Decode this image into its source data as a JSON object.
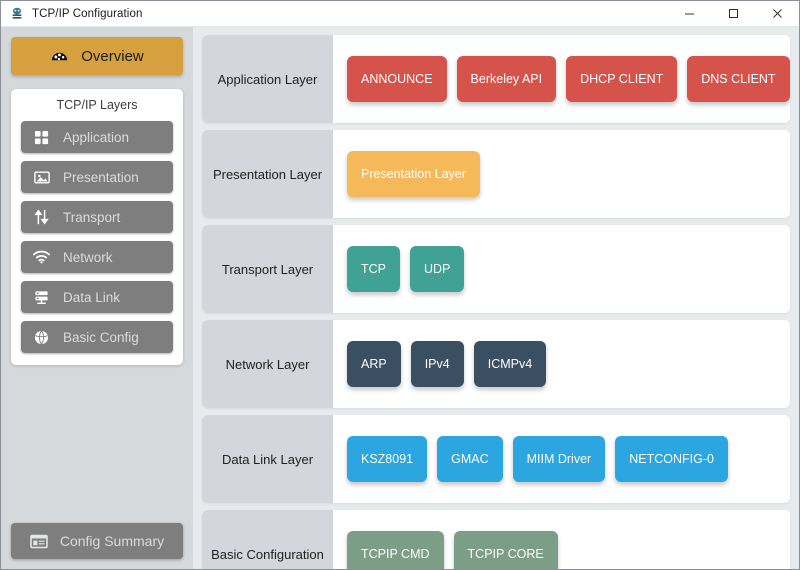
{
  "window": {
    "title": "TCP/IP Configuration",
    "app_icon": "network-node-icon",
    "controls": {
      "minimize": "minimize-icon",
      "maximize": "maximize-icon",
      "close": "close-icon"
    }
  },
  "sidebar": {
    "overview": {
      "label": "Overview",
      "icon": "gauge-icon",
      "color": "#d6a03e"
    },
    "layers_card": {
      "title": "TCP/IP Layers",
      "items": [
        {
          "label": "Application",
          "icon": "grid-icon"
        },
        {
          "label": "Presentation",
          "icon": "image-icon"
        },
        {
          "label": "Transport",
          "icon": "arrows-up-down-icon"
        },
        {
          "label": "Network",
          "icon": "wifi-icon"
        },
        {
          "label": "Data Link",
          "icon": "server-icon"
        },
        {
          "label": "Basic Config",
          "icon": "globe-icon"
        }
      ]
    },
    "summary": {
      "label": "Config Summary",
      "icon": "window-list-icon"
    }
  },
  "content": {
    "rows": [
      {
        "label": "Application Layer",
        "chip_color": "#d5534a",
        "chips": [
          "ANNOUNCE",
          "Berkeley API",
          "DHCP CLIENT",
          "DNS CLIENT"
        ]
      },
      {
        "label": "Presentation Layer",
        "chip_color": "#f5b95a",
        "chips": [
          "Presentation Layer"
        ]
      },
      {
        "label": "Transport Layer",
        "chip_color": "#40a294",
        "chips": [
          "TCP",
          "UDP"
        ]
      },
      {
        "label": "Network Layer",
        "chip_color": "#3b4f63",
        "chips": [
          "ARP",
          "IPv4",
          "ICMPv4"
        ]
      },
      {
        "label": "Data Link Layer",
        "chip_color": "#2ba6e0",
        "chips": [
          "KSZ8091",
          "GMAC",
          "MIIM Driver",
          "NETCONFIG-0"
        ]
      },
      {
        "label": "Basic Configuration",
        "chip_color": "#7d9e86",
        "chips": [
          "TCPIP CMD",
          "TCPIP CORE"
        ]
      }
    ]
  }
}
